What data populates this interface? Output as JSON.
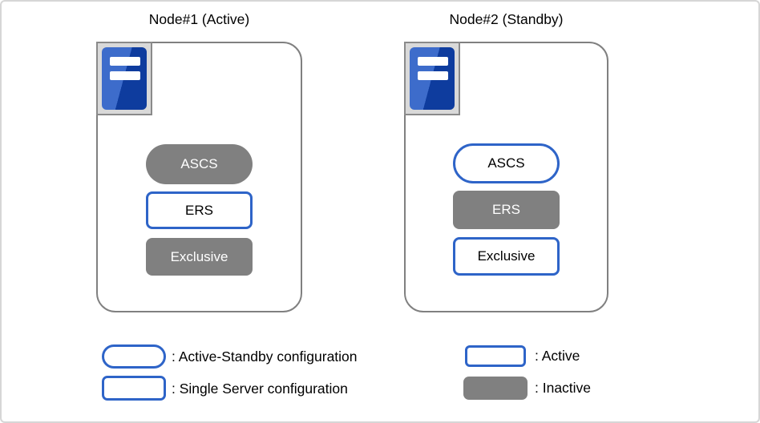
{
  "nodes": [
    {
      "title": "Node#1 (Active)",
      "components": [
        {
          "label": "ASCS",
          "shape": "stadium",
          "state": "inactive"
        },
        {
          "label": "ERS",
          "shape": "rounded",
          "state": "active"
        },
        {
          "label": "Exclusive",
          "shape": "rounded",
          "state": "inactive"
        }
      ]
    },
    {
      "title": "Node#2 (Standby)",
      "components": [
        {
          "label": "ASCS",
          "shape": "stadium",
          "state": "active"
        },
        {
          "label": "ERS",
          "shape": "rounded",
          "state": "inactive"
        },
        {
          "label": "Exclusive",
          "shape": "rounded",
          "state": "active"
        }
      ]
    }
  ],
  "legend": {
    "active_standby_label": ": Active-Standby configuration",
    "single_server_label": ": Single Server configuration",
    "active_label": ": Active",
    "inactive_label": ": Inactive"
  },
  "colors": {
    "accent_blue": "#2e64c8",
    "inactive_gray": "#808080",
    "container_border_gray": "#808080",
    "icon_blue_light": "#3d6ccb",
    "icon_blue_dark": "#0e3c9e",
    "icon_bg_gray": "#d9d9d9"
  },
  "icons": [
    {
      "name": "server-icon",
      "meaning": "server machine (node)"
    }
  ]
}
